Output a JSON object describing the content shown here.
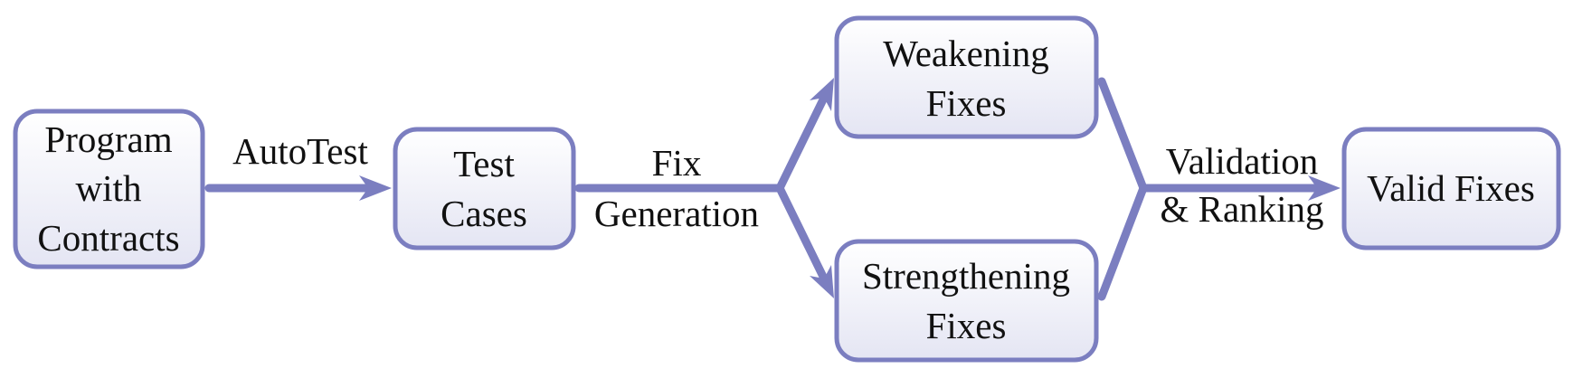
{
  "diagram": {
    "nodes": {
      "program": {
        "lines": [
          "Program",
          "with",
          "Contracts"
        ]
      },
      "tests": {
        "lines": [
          "Test",
          "Cases"
        ]
      },
      "weakening": {
        "lines": [
          "Weakening",
          "Fixes"
        ]
      },
      "strengthening": {
        "lines": [
          "Strengthening",
          "Fixes"
        ]
      },
      "valid": {
        "lines": [
          "Valid Fixes"
        ]
      }
    },
    "edges": {
      "autotest": {
        "lines": [
          "AutoTest"
        ]
      },
      "fixgen": {
        "lines": [
          "Fix",
          "Generation"
        ]
      },
      "validation": {
        "lines": [
          "Validation",
          "& Ranking"
        ]
      }
    },
    "colors": {
      "stroke": "#7b7ec0",
      "box_top": "#ffffff",
      "box_bottom": "#e4e5f3",
      "text": "#111111"
    }
  }
}
